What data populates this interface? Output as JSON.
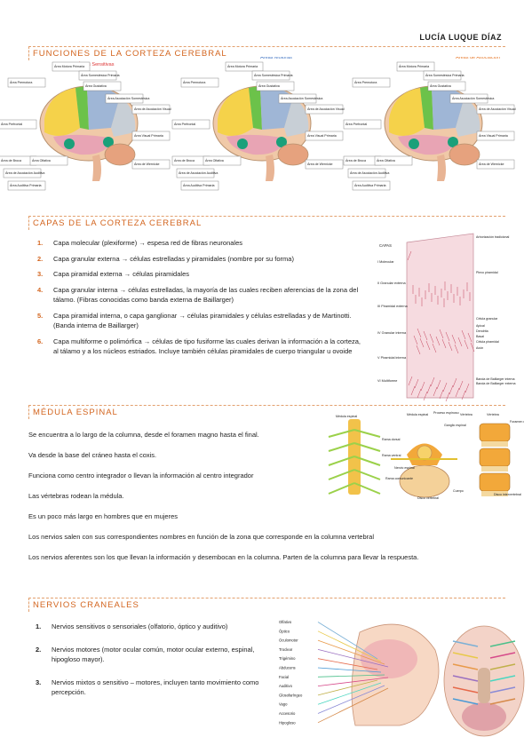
{
  "author": "LUCÍA LUQUE DÍAZ",
  "sections": {
    "funciones": {
      "title": "FUNCIONES DE LA CORTEZA CEREBRAL",
      "diagrams": [
        {
          "caption": "Áreas Sensitivas",
          "labels": [
            "Área Motora Primaria",
            "Área Premotora",
            "Área Somestésica Primaria",
            "Área Gustativa",
            "Área Asociación Somestésica",
            "Área de Asociación Visual",
            "Área Prefrontal",
            "Área Visual Primaria",
            "Área de Broca",
            "Área Olfativa",
            "Área de Asociación Auditiva",
            "Área de Wernicke",
            "Área Auditiva Primaria"
          ]
        },
        {
          "caption": "Áreas Motoras",
          "labels": [
            "Área Motora Primaria",
            "Área Premotora",
            "Área Somestésica Primaria",
            "Área Gustativa",
            "Área Asociación Somestésica",
            "Área de Asociación Visual",
            "Área Prefrontal",
            "Área Visual Primaria",
            "Área de Broca",
            "Área Olfativa",
            "Área de Asociación Auditiva",
            "Área de Wernicke",
            "Área Auditiva Primaria"
          ]
        },
        {
          "caption": "Áreas de Asociación",
          "labels": [
            "Área Motora Primaria",
            "Área Premotora",
            "Área Somestésica Primaria",
            "Área Gustativa",
            "Área Asociación Somestésica",
            "Área de Asociación Visual",
            "Área Prefrontal",
            "Área Visual Primaria",
            "Área de Broca",
            "Área Olfativa",
            "Área de Asociación Auditiva",
            "Área de Wernicke",
            "Área Auditiva Primaria"
          ]
        }
      ]
    },
    "capas": {
      "title": "CAPAS DE LA CORTEZA CEREBRAL",
      "items": [
        "Capa molecular (plexiforme) → espesa red de fibras neuronales",
        "Capa granular externa → células estrelladas y piramidales (nombre por su forma)",
        "Capa piramidal externa → células piramidales",
        "Capa granular interna → células estrelladas, la mayoría de las cuales reciben aferencias de la zona del tálamo. (Fibras conocidas como banda externa de Baillarger)",
        "Capa piramidal interna, o capa ganglionar → células piramidales y células estrelladas y de Martinotti. (Banda interna de Baillarger)",
        "Capa multiforme o polimórfica → células de tipo fusiforme las cuales derivan la información a la corteza, al tálamo y a los núcleos estriados. Incluye también células piramidales de cuerpo triangular u ovoide"
      ],
      "figure": {
        "header": "CAPAS",
        "layers": [
          "I Molecular",
          "II Granular externa",
          "III Piramidal externa",
          "IV Granular interna",
          "V Piramidal interna",
          "VI Multiforme"
        ],
        "right_labels": [
          "Arborización tradicional",
          "Plexo piramidal",
          "Célula granular",
          "Apical",
          "Dendrita",
          "Basal",
          "Célula piramidal",
          "Axón",
          "Banda de Baillarger interna",
          "Banda de Baillarger externa"
        ]
      }
    },
    "medula": {
      "title": "MÉDULA ESPINAL",
      "paragraphs": [
        "Se encuentra a lo largo de la columna, desde el foramen magno hasta el final.",
        "Va desde la base del cráneo hasta el coxis.",
        "Funciona como centro integrador o llevan la información al centro integrador",
        "Las vértebras rodean la médula.",
        "Es un poco más largo en hombres que en mujeres",
        "Los nervios salen con sus correspondientes nombres en función de la zona que corresponde en la columna vertebral",
        "Los nervios aferentes son los que llevan la información y desembocan en la columna. Parten de la columna para llevar la respuesta."
      ],
      "figure_labels": [
        "Médula espinal",
        "Médula espinal",
        "Proceso espinoso",
        "Vértebra",
        "Ganglio espinal",
        "Rama dorsal",
        "Rama ventral",
        "Nervio espinal",
        "Rama comunicante",
        "Disco vertebral",
        "Cuerpo",
        "Disco intervertebral",
        "Vértebra",
        "Foramen neural"
      ]
    },
    "nervios": {
      "title": "NERVIOS CRANEALES",
      "items": [
        "Nervios sensitivos o sensoriales (olfatorio, óptico y auditivo)",
        "Nervios motores (motor ocular común, motor ocular externo, espinal, hipogloso mayor).",
        "Nervios mixtos o sensitivo – motores, incluyen tanto movimiento como percepción."
      ],
      "nerve_labels": [
        "Olfativo",
        "Óptico",
        "Oculomotor",
        "Troclear",
        "Trigémino",
        "Abducens",
        "Facial",
        "Auditivo",
        "Glosofaríngeo",
        "Vago",
        "Accesorio",
        "Hipogloso"
      ]
    }
  }
}
